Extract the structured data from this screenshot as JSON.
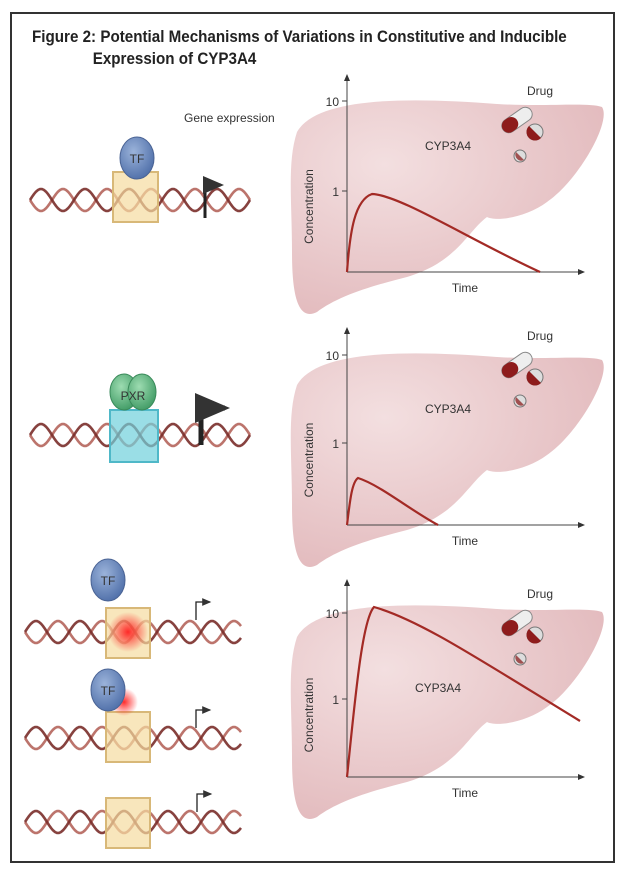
{
  "figure": {
    "title_line1": "Figure 2: Potential Mechanisms of Variations in Constitutive and Inducible",
    "title_line2": "Expression of CYP3A4",
    "gene_expression_label": "Gene expression"
  },
  "panels": [
    {
      "factor": "TF",
      "enzyme": "CYP3A4",
      "drug": "Drug",
      "ylabel": "Concentration",
      "xlabel": "Time",
      "ticks": [
        "10",
        "1"
      ]
    },
    {
      "factor": "PXR",
      "enzyme": "CYP3A4",
      "drug": "Drug",
      "ylabel": "Concentration",
      "xlabel": "Time",
      "ticks": [
        "10",
        "1"
      ]
    },
    {
      "factor": "TF",
      "factor2": "TF",
      "enzyme": "CYP3A4",
      "drug": "Drug",
      "ylabel": "Concentration",
      "xlabel": "Time",
      "ticks": [
        "10",
        "1"
      ]
    }
  ],
  "colors": {
    "curve": "#a32a25",
    "liver": "#e8c4c6",
    "box": "#f5dca0",
    "pxr_box": "#6fd0dc",
    "tf": "#6f8fc0",
    "pxr": "#6cbf8a"
  }
}
